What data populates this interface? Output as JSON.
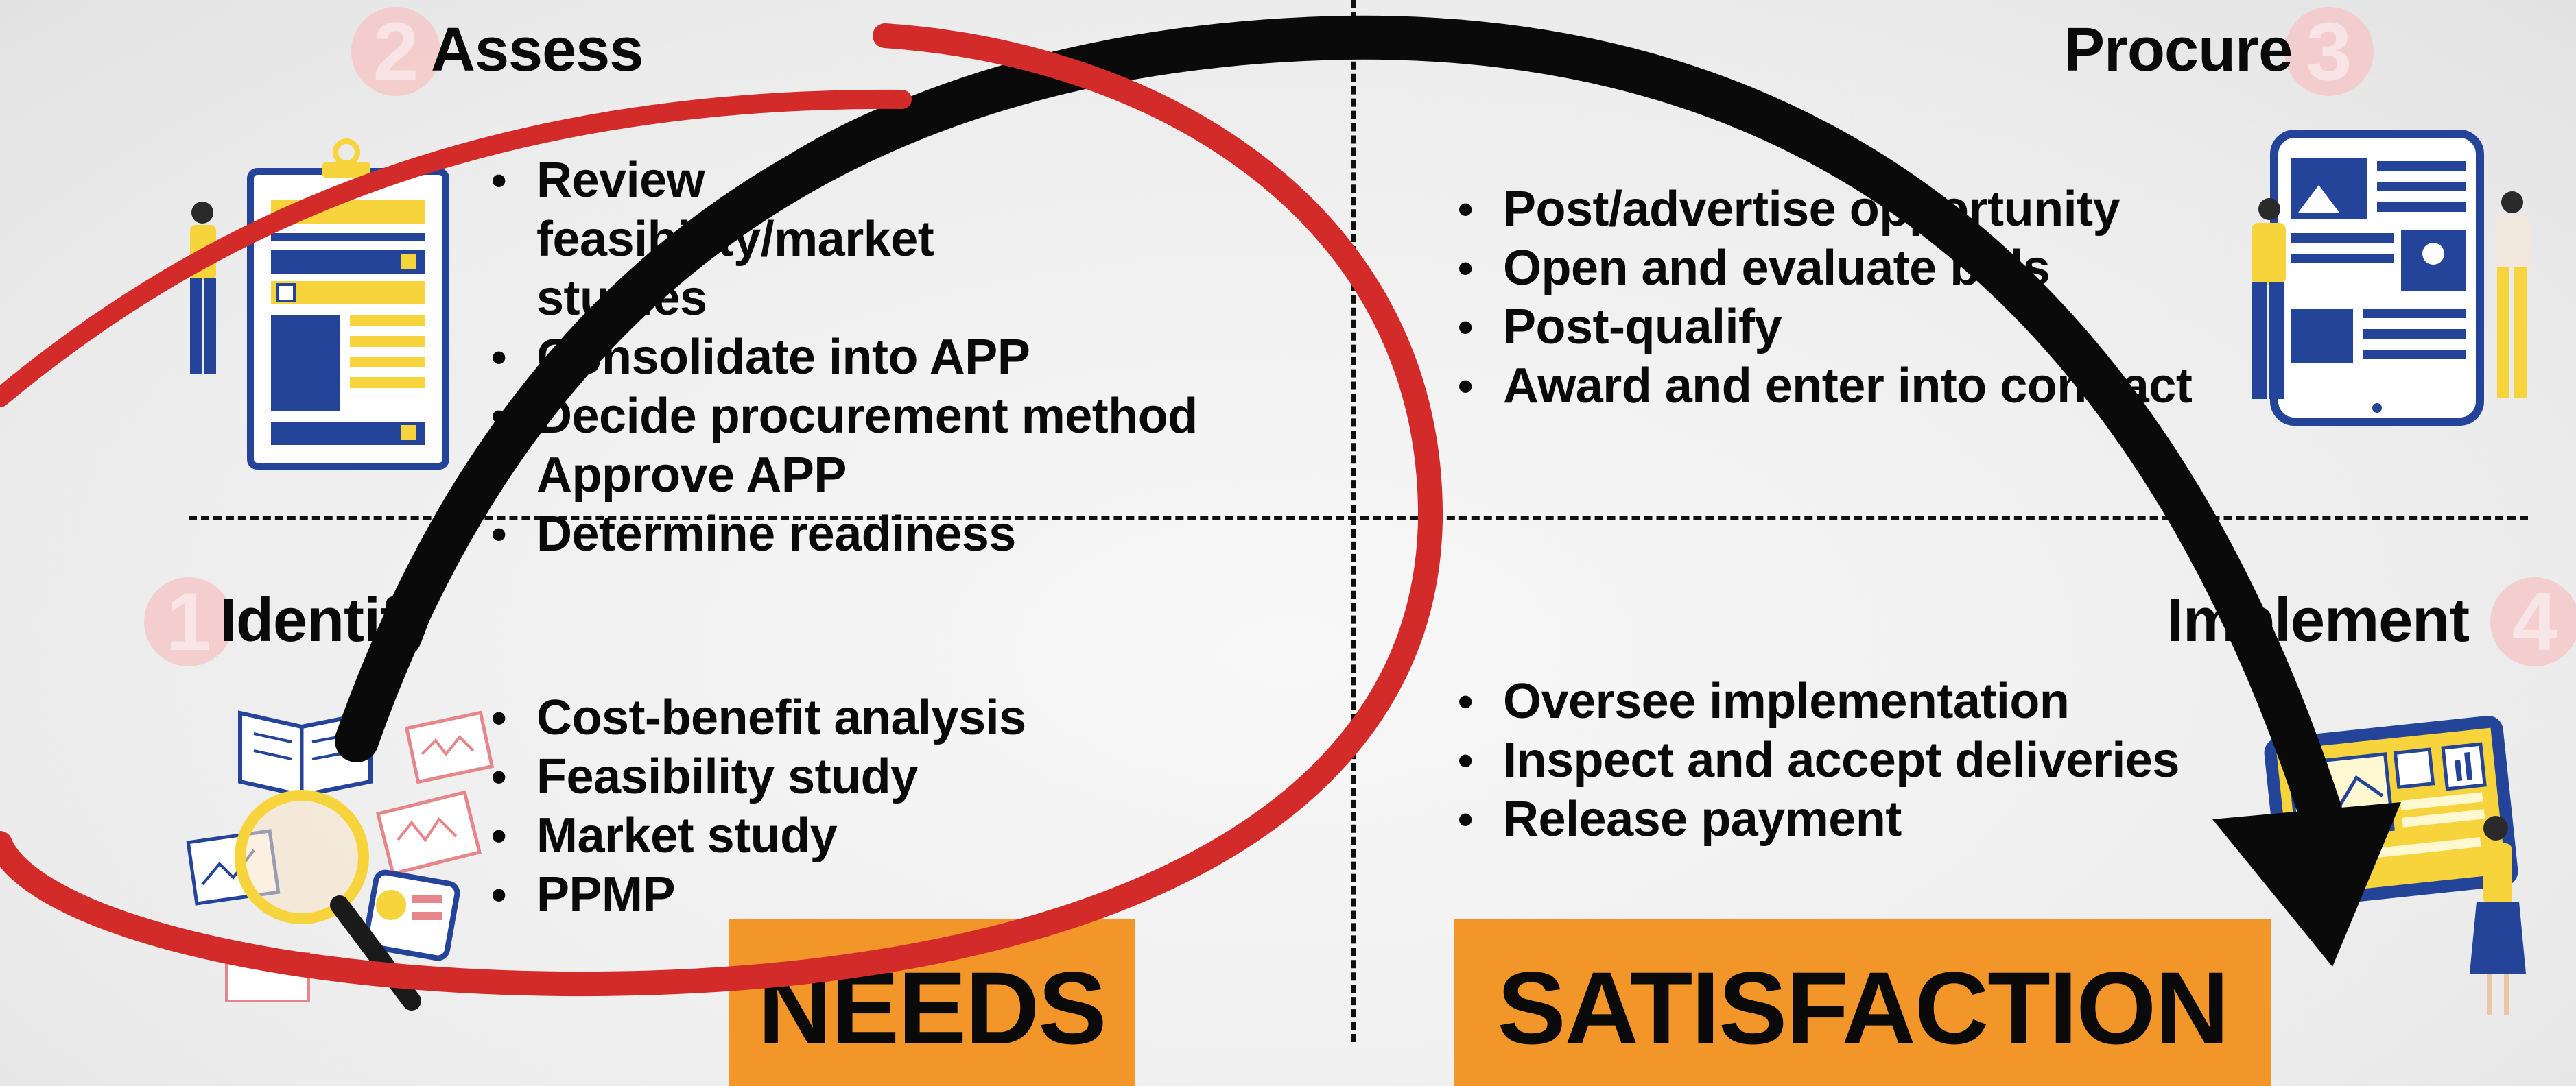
{
  "quadrants": {
    "assess": {
      "number": "2",
      "title": "Assess",
      "bullets": [
        "Review feasibility/market studies",
        "Consolidate into APP",
        "Decide procurement method",
        "Approve APP",
        "Determine readiness"
      ]
    },
    "procure": {
      "number": "3",
      "title": "Procure",
      "bullets": [
        "Post/advertise opportunity",
        "Open and evaluate bids",
        "Post-qualify",
        "Award and enter into contract"
      ]
    },
    "identify": {
      "number": "1",
      "title": "Identify",
      "bullets": [
        "Cost-benefit analysis",
        "Feasibility study",
        "Market study",
        "PPMP"
      ]
    },
    "implement": {
      "number": "4",
      "title": "Implement",
      "bullets": [
        "Oversee implementation",
        "Inspect and accept deliveries",
        "Release payment"
      ]
    }
  },
  "badges": {
    "needs": "NEEDS",
    "satisfaction": "SATISFACTION"
  },
  "colors": {
    "accent_orange": "#f3962a",
    "ellipse_red": "#d32a2a",
    "illustration_blue": "#24449a",
    "illustration_yellow": "#f7d33c",
    "number_circle": "#f6c9c9"
  },
  "icons": {
    "assess": "checklist-clipboard-icon",
    "procure": "tablet-listing-icon",
    "identify": "analysis-magnifier-icon",
    "implement": "dashboard-screen-icon"
  }
}
